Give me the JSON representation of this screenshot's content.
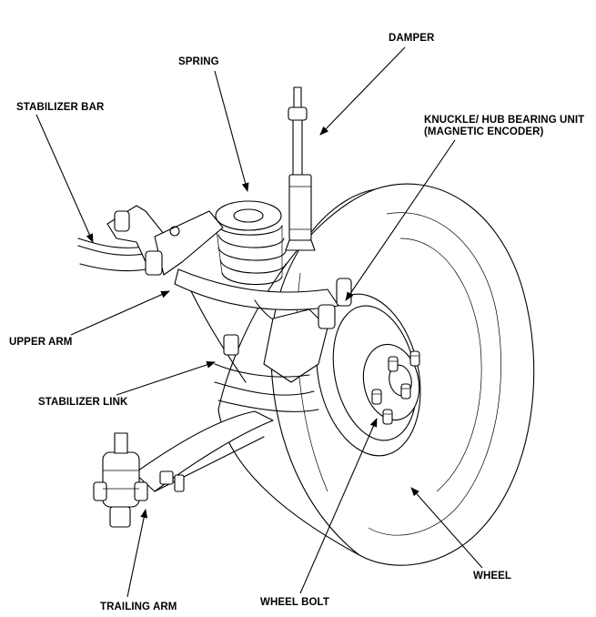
{
  "labels": {
    "damper": "DAMPER",
    "spring": "SPRING",
    "stabilizer_bar": "STABILIZER BAR",
    "knuckle_line1": "KNUCKLE/ HUB BEARING UNIT",
    "knuckle_line2": "(MAGNETIC ENCODER)",
    "upper_arm": "UPPER ARM",
    "stabilizer_link": "STABILIZER LINK",
    "trailing_arm": "TRAILING ARM",
    "wheel_bolt": "WHEEL BOLT",
    "wheel": "WHEEL"
  }
}
